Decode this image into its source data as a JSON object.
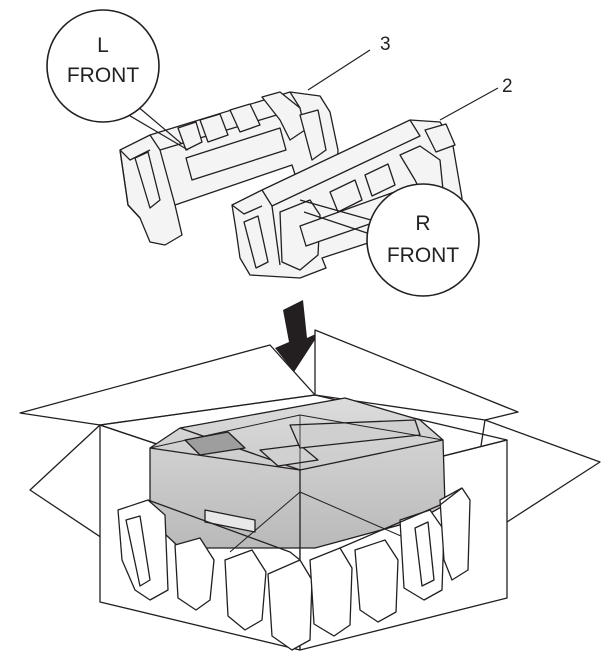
{
  "callouts": {
    "left": {
      "line1": "L",
      "line2": "FRONT"
    },
    "right": {
      "line1": "R",
      "line2": "FRONT"
    }
  },
  "part_numbers": {
    "left_insert": "3",
    "right_insert": "2"
  },
  "colors": {
    "line": "#231f20",
    "body": "#e6e6e6",
    "body_dark": "#bdbdbd",
    "foam": "#f4f4f4",
    "arrow": "#231f20"
  },
  "icons": {
    "arrow": "down-arrow-icon"
  }
}
